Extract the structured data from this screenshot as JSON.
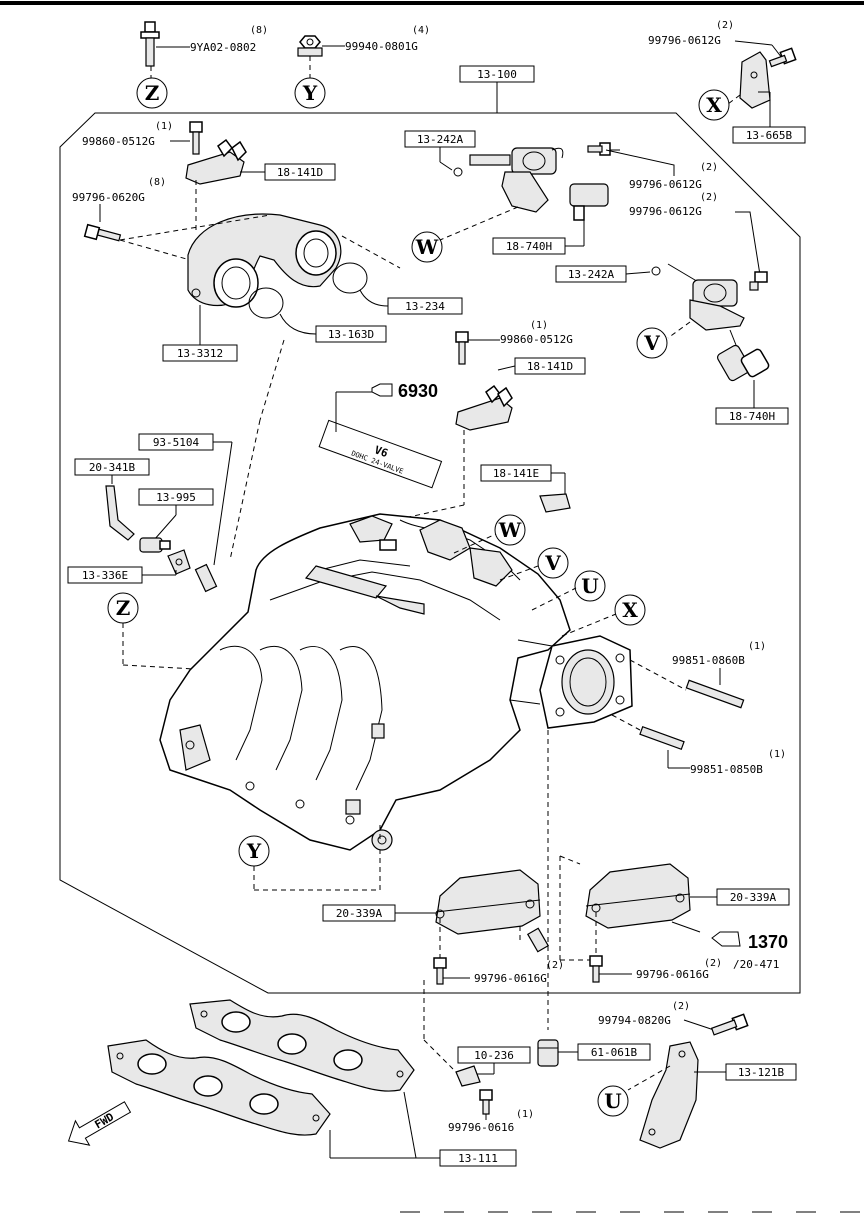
{
  "callouts": {
    "c_13_100": "13-100",
    "c_13_665b": "13-665B",
    "c_13_242a_1": "13-242A",
    "c_18_141d_1": "18-141D",
    "c_18_740h_1": "18-740H",
    "c_13_242a_2": "13-242A",
    "c_13_234": "13-234",
    "c_13_163d": "13-163D",
    "c_13_3312": "13-3312",
    "c_18_141d_2": "18-141D",
    "c_18_740h_2": "18-740H",
    "c_93_5104": "93-5104",
    "c_20_341b": "20-341B",
    "c_13_995": "13-995",
    "c_18_141e": "18-141E",
    "c_13_336e": "13-336E",
    "c_20_339a_1": "20-339A",
    "c_20_339a_2": "20-339A",
    "c_10_236": "10-236",
    "c_61_061b": "61-061B",
    "c_13_121b": "13-121B",
    "c_13_111": "13-111"
  },
  "parts": {
    "p_9ya02": {
      "num": "9YA02-0802",
      "qty": "(8)"
    },
    "p_99940": {
      "num": "99940-0801G",
      "qty": "(4)"
    },
    "p_99796_0612g_a": {
      "num": "99796-0612G",
      "qty": "(2)"
    },
    "p_99860_0512g_a": {
      "num": "99860-0512G",
      "qty": "(1)"
    },
    "p_99796_0620g": {
      "num": "99796-0620G",
      "qty": "(8)"
    },
    "p_99796_0612g_b": {
      "num": "99796-0612G",
      "qty": "(2)"
    },
    "p_99796_0612g_c": {
      "num": "99796-0612G",
      "qty": "(2)"
    },
    "p_99860_0512g_b": {
      "num": "99860-0512G",
      "qty": "(1)"
    },
    "p_99851_0860b": {
      "num": "99851-0860B",
      "qty": "(1)"
    },
    "p_99851_0850b": {
      "num": "99851-0850B",
      "qty": "(1)"
    },
    "p_99796_0616g_a": {
      "num": "99796-0616G",
      "qty": "(2)"
    },
    "p_99796_0616g_b": {
      "num": "99796-0616G",
      "qty": "(2)"
    },
    "p_99794_0820g": {
      "num": "99794-0820G",
      "qty": "(2)"
    },
    "p_99796_0616": {
      "num": "99796-0616",
      "qty": "(1)"
    }
  },
  "refs": {
    "r_6930": "6930",
    "r_1370": "1370",
    "r_20_471": "/20-471"
  },
  "markers": {
    "Z": "Z",
    "Y": "Y",
    "X": "X",
    "W": "W",
    "V": "V",
    "U": "U"
  },
  "emblem": {
    "line1": "V6",
    "line2": "DOHC 24-VALVE"
  },
  "fwd": "FWD"
}
